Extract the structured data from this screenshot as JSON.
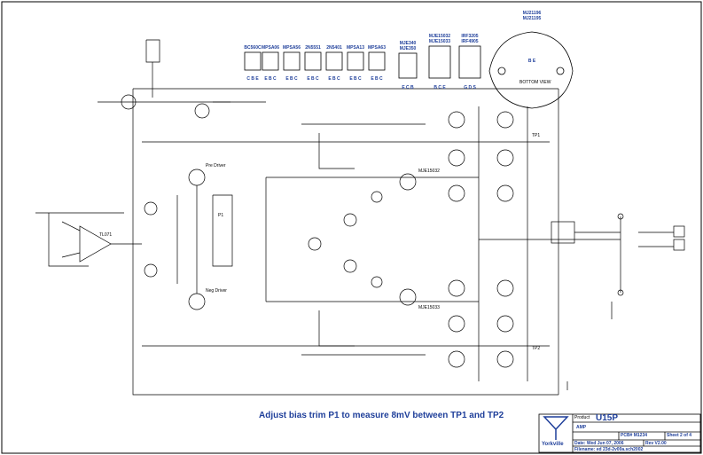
{
  "note": "Adjust bias trim P1 to measure 8mV between TP1 and TP2",
  "title_block": {
    "product_label": "Product",
    "product": "U15P",
    "name": "AMP",
    "pcb": "PCB# M1234",
    "sheet": "Sheet 2 of 4",
    "date": "Date: Wed Jun 07, 2006",
    "rev": "Rev V2.00",
    "filename": "Filename: ed 23d-2v00a.sch2002",
    "logo": "Yorkville"
  },
  "packages": [
    {
      "label": "BC560C",
      "pins": "C B E"
    },
    {
      "label": "MPSA06",
      "pins": "E B C"
    },
    {
      "label": "MPSA56",
      "pins": "E B C"
    },
    {
      "label": "2N5551",
      "pins": "E B C"
    },
    {
      "label": "2N5401",
      "pins": "E B C"
    },
    {
      "label": "MPSA13",
      "pins": "E B C"
    },
    {
      "label": "MPSA63",
      "pins": "E B C"
    },
    {
      "label": "MJE340\nMJE350",
      "pins": "E C B"
    },
    {
      "label": "MJE15032\nMJE15033",
      "pins": "B C E"
    },
    {
      "label": "IRF3205\nIRF4905",
      "pins": "G D S"
    },
    {
      "label": "MJ21196\nMJ21195",
      "pins": "B  E"
    }
  ],
  "parts": {
    "pre_driver": "Pre Driver",
    "neg_driver": "Neg Driver",
    "q_mje15032": "MJE15032",
    "q_mje15033": "MJE15033",
    "op_amp": "TL071",
    "tp1": "TP1",
    "tp2": "TP2",
    "p1": "P1",
    "bottom_view": "BOTTOM VIEW"
  }
}
